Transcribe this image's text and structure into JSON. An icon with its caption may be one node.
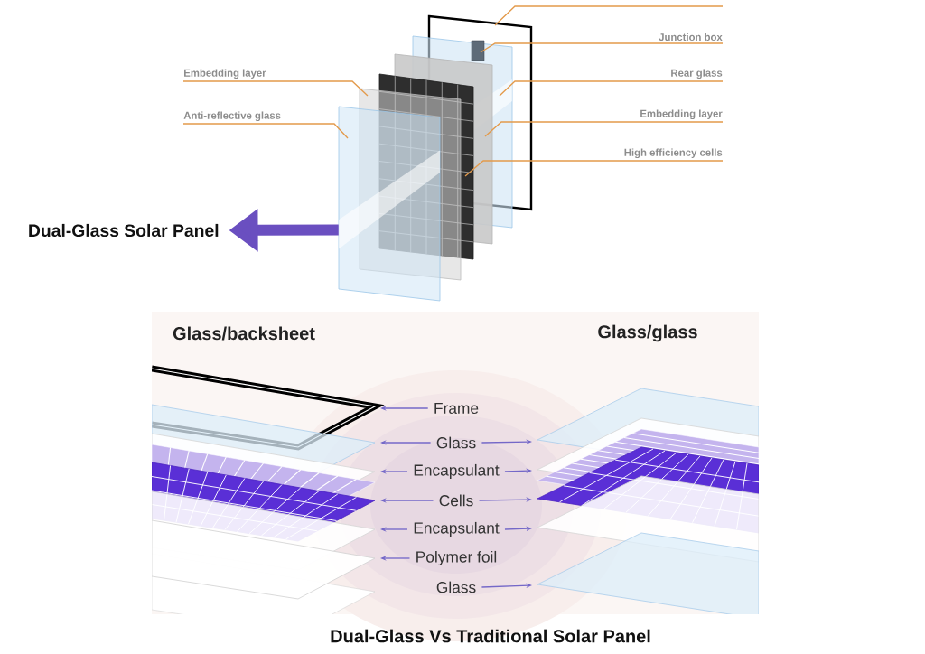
{
  "diagram": {
    "caption": "Dual-Glass Vs Traditional Solar Panel",
    "nodes": [
      {
        "text": [
          "Embedding layer"
        ]
      },
      {
        "text": [
          "Anti-reflective glass"
        ]
      },
      {
        "text": [
          "Junction box"
        ]
      },
      {
        "text": [
          "Rear glass"
        ]
      },
      {
        "text": [
          "Embedding layer"
        ]
      },
      {
        "text": [
          "High efficiency cells"
        ]
      },
      {
        "text": [],
        "shape": "picture"
      },
      {
        "text": [],
        "shape": "picture"
      },
      {
        "text": [],
        "shape": "box"
      },
      {
        "text": [],
        "shape": "picture"
      },
      {
        "text": [],
        "shape": "picture"
      },
      {
        "text": [],
        "shape": "picture"
      },
      {
        "text": [],
        "shape": "picture"
      },
      {
        "text": [
          "Dual-Glass Solar Panel"
        ]
      },
      {
        "text": [
          "Frame"
        ]
      },
      {
        "text": [
          "Glass"
        ]
      },
      {
        "text": [
          "Encapsulant"
        ]
      },
      {
        "text": [
          "Cells"
        ]
      },
      {
        "text": [
          "Encapsulant"
        ]
      },
      {
        "text": [
          "Polymer foil"
        ]
      },
      {
        "text": [
          "Glass"
        ]
      },
      {
        "text": [],
        "shape": "picture"
      },
      {
        "text": [],
        "shape": "picture"
      },
      {
        "text": [],
        "shape": "picture"
      },
      {
        "text": [],
        "shape": "picture"
      },
      {
        "text": [],
        "shape": "picture"
      },
      {
        "text": [],
        "shape": "picture"
      },
      {
        "text": [],
        "shape": "picture"
      },
      {
        "text": [],
        "shape": "picture"
      },
      {
        "text": [],
        "shape": "picture"
      },
      {
        "text": [],
        "shape": "picture"
      },
      {
        "text": [],
        "shape": "picture"
      }
    ],
    "edges": [
      {
        "from": null,
        "to": 6,
        "arrow": "none",
        "color": "#e39a4b"
      },
      {
        "from": 2,
        "to": 8,
        "arrow": "none",
        "color": "#e39a4b"
      },
      {
        "from": 3,
        "to": 7,
        "arrow": "none",
        "color": "#e39a4b"
      },
      {
        "from": 4,
        "to": 9,
        "arrow": "none",
        "color": "#e39a4b"
      },
      {
        "from": 5,
        "to": 10,
        "arrow": "none",
        "color": "#e39a4b"
      },
      {
        "from": 0,
        "to": 11,
        "arrow": "none",
        "color": "#e39a4b"
      },
      {
        "from": 1,
        "to": 12,
        "arrow": "none",
        "color": "#e39a4b"
      },
      {
        "from": 12,
        "to": 13,
        "arrow": "to",
        "style": "thick",
        "color": "#6a4fc0"
      },
      {
        "from": 14,
        "to": 21,
        "arrow": "to"
      },
      {
        "from": 15,
        "to": 22,
        "arrow": "to"
      },
      {
        "from": 16,
        "to": 23,
        "arrow": "to"
      },
      {
        "from": 17,
        "to": 24,
        "arrow": "to"
      },
      {
        "from": 18,
        "to": 25,
        "arrow": "to"
      },
      {
        "from": 19,
        "to": 26,
        "arrow": "to"
      },
      {
        "from": 15,
        "to": 27,
        "arrow": "to"
      },
      {
        "from": 16,
        "to": 28,
        "arrow": "to"
      },
      {
        "from": 17,
        "to": 29,
        "arrow": "to"
      },
      {
        "from": 18,
        "to": 30,
        "arrow": "to"
      },
      {
        "from": 20,
        "to": 31,
        "arrow": "to"
      }
    ],
    "labels": [
      "Glass/backsheet",
      "Glass/glass"
    ]
  }
}
